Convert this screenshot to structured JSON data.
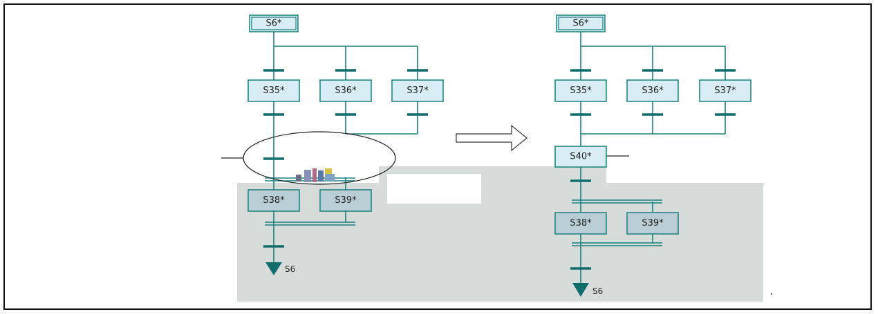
{
  "left_diagram": {
    "init_step": "S6*",
    "branch_steps": [
      "S35*",
      "S36*",
      "S37*"
    ],
    "lower_steps": [
      "S38*",
      "S39*"
    ],
    "jump_target": "S6"
  },
  "right_diagram": {
    "init_step": "S6*",
    "branch_steps": [
      "S35*",
      "S36*",
      "S37*"
    ],
    "merge_step": "S40*",
    "lower_steps": [
      "S38*",
      "S39*"
    ],
    "jump_target": "S6"
  },
  "colors": {
    "line": "#16807c",
    "step_fill": "#d8ecf4",
    "step_fill_active": "#b8cdd4",
    "background_panel": "#d7dbd9"
  },
  "icons": [
    "right-arrow-icon",
    "jump-arrow-icon"
  ]
}
